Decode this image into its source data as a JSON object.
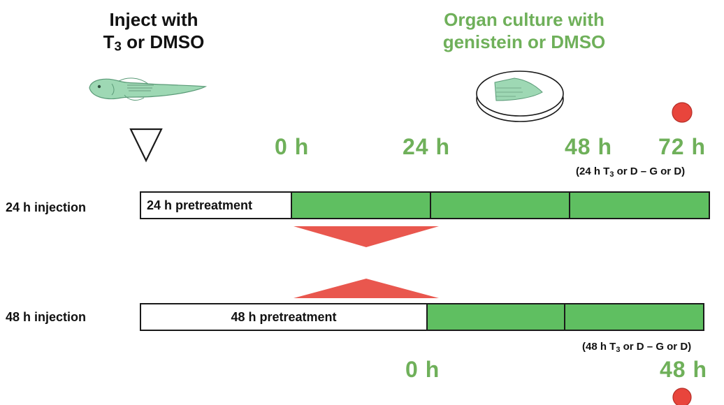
{
  "header": {
    "inject_line1": "Inject with",
    "inject_line2_prefix": "T",
    "inject_line2_sub": "3",
    "inject_line2_suffix": " or DMSO",
    "culture_line1": "Organ culture with",
    "culture_line2": "genistein or DMSO"
  },
  "timeline_top": {
    "labels": [
      "0 h",
      "24 h",
      "48 h",
      "72 h"
    ],
    "note": {
      "pre": "(24 h T",
      "sub": "3",
      "post": " or D – G or D)"
    }
  },
  "rows": [
    {
      "label": "24 h injection",
      "pretreatment": "24 h pretreatment"
    },
    {
      "label": "48 h injection",
      "pretreatment": "48 h pretreatment"
    }
  ],
  "timeline_bottom": {
    "labels": [
      "0 h",
      "48 h"
    ],
    "note": {
      "pre": "(48 h T",
      "sub": "3",
      "post": " or D – G or D)"
    }
  },
  "colors": {
    "culture_green": "#5fbf61",
    "label_green": "#6fb05a",
    "marker_red": "#e8453c",
    "arrow_red": "#e9574e"
  },
  "icons": [
    "tadpole-icon",
    "petri-dish-icon",
    "injection-arrow-icon",
    "sampling-dot-icon"
  ]
}
